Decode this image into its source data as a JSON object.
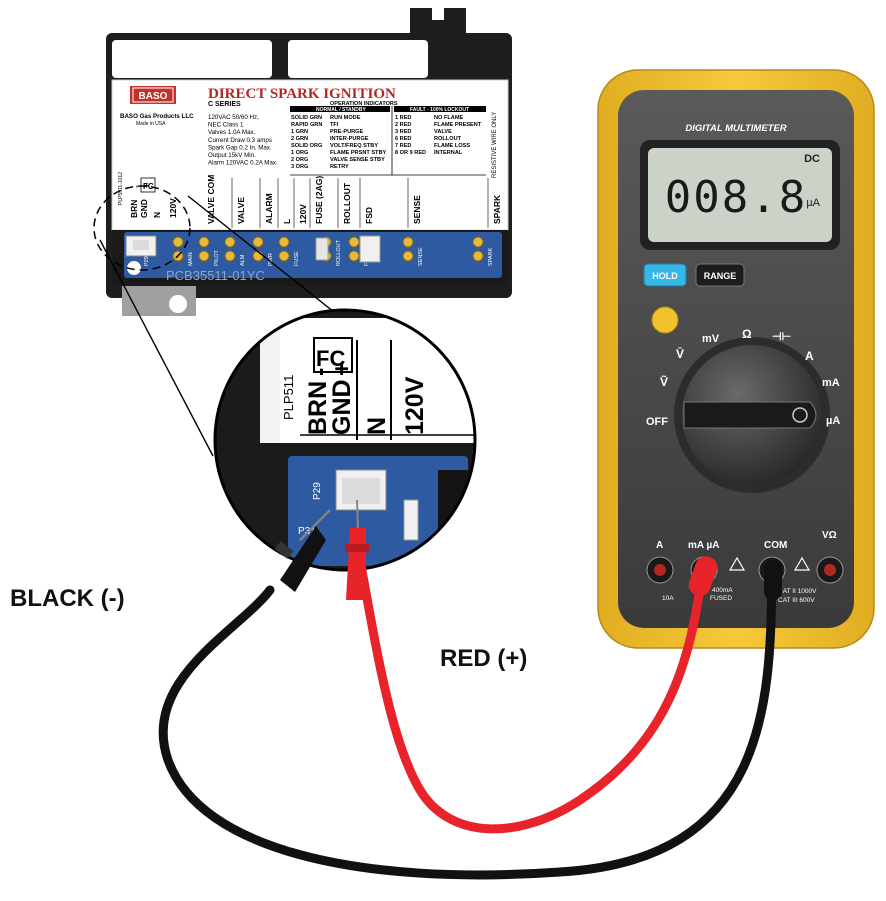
{
  "labels": {
    "black_lead": "BLACK (-)",
    "red_lead": "RED (+)"
  },
  "module": {
    "brand_logo": "BASO",
    "title": "DIRECT SPARK IGNITION",
    "series": "C SERIES",
    "company": "BASO Gas Products LLC",
    "made_in": "Made in USA",
    "specs": [
      "120VAC  50/60 Hz,",
      "NEC Class 1",
      "Valves 1.0A Max.",
      "Current Draw 0.3 amps",
      "Spark Gap 0.2 In. Max.",
      "Output 15kV Min.",
      "Alarm 120VAC 0.2A Max."
    ],
    "operation_indicators_title": "OPERATION INDICATORS",
    "normal_standby_header": "NORMAL / STANDBY",
    "fault_lockout_header": "FAULT - 100% LOCKOUT",
    "normal_rows": [
      {
        "code": "SOLID GRN",
        "desc": "RUN MODE"
      },
      {
        "code": "RAPID GRN",
        "desc": "TFI"
      },
      {
        "code": "1 GRN",
        "desc": "PRE-PURGE"
      },
      {
        "code": "2 GRN",
        "desc": "INTER-PURGE"
      },
      {
        "code": "SOLID ORG",
        "desc": "VOLT/FREQ STBY"
      },
      {
        "code": "1 ORG",
        "desc": "FLAME PRSNT STBY"
      },
      {
        "code": "2 ORG",
        "desc": "VALVE SENSE STBY"
      },
      {
        "code": "3 ORG",
        "desc": "RETRY"
      }
    ],
    "fault_rows": [
      {
        "code": "1 RED",
        "desc": "NO FLAME"
      },
      {
        "code": "2 RED",
        "desc": "FLAME PRESENT"
      },
      {
        "code": "3 RED",
        "desc": "VALVE"
      },
      {
        "code": "6 RED",
        "desc": "ROLLOUT"
      },
      {
        "code": "7 RED",
        "desc": "FLAME LOSS"
      },
      {
        "code": "8 OR 9 RED",
        "desc": "INTERNAL"
      }
    ],
    "side_code": "PLP5511-1012",
    "terminals": [
      "VALVE COM",
      "VALVE",
      "ALARM",
      "L",
      "120V",
      "FUSE (2AG)",
      "ROLLOUT",
      "FSD",
      "SENSE",
      "SPARK"
    ],
    "fc_label": "FC",
    "brn_label": "BRN",
    "gnd_label": "GND",
    "minus_sign": "-",
    "plus_sign": "+",
    "n_label": "N",
    "v120_label": "120V",
    "resistive_note": "RESISTIVE WIRE ONLY",
    "board_part": "PCB35511-01YC",
    "connectors": [
      "P29",
      "MAIN",
      "PILOT",
      "ALM",
      "PWR",
      "FUSE",
      "ROLLOUT",
      "FCD",
      "SENSE",
      "SPARK"
    ]
  },
  "magnifier": {
    "code": "PLP511",
    "fc_label": "FC",
    "brn_label": "BRN",
    "gnd_label": "GND",
    "minus_sign": "-",
    "plus_sign": "+",
    "n_label": "N",
    "v120_label": "120V",
    "connector": "P29",
    "p31": "P31"
  },
  "multimeter": {
    "header": "DIGITAL MULTIMETER",
    "mode": "DC",
    "reading": "008.8",
    "unit": "µA",
    "hold_label": "HOLD",
    "range_label": "RANGE",
    "dial": {
      "off": "OFF",
      "acv": "Ṽ",
      "dcv": "V̄",
      "mv": "mV",
      "ohm": "Ω",
      "cap": "⊣⊢",
      "a": "A",
      "ma": "mA",
      "ua": "µA"
    },
    "jacks": {
      "a": "A",
      "ma_ua": "mA µA",
      "com": "COM",
      "v_ohm": "VΩ"
    },
    "fine_print": {
      "fused_a": "10A",
      "fused_ma_value": "400mA",
      "fused_ma_word": "FUSED",
      "cat_1": "CAT II 1000V",
      "cat_2": "CAT III 600V"
    }
  },
  "colors": {
    "probe_red": "#e8242a",
    "probe_black": "#111111",
    "meter_yellow": "#f2c12e",
    "meter_body": "#4a4a4a",
    "lcd": "#cbd3c9",
    "hold_button": "#37b6e8",
    "board_blue": "#2d5aa0",
    "module_black": "#1e1e1e"
  }
}
